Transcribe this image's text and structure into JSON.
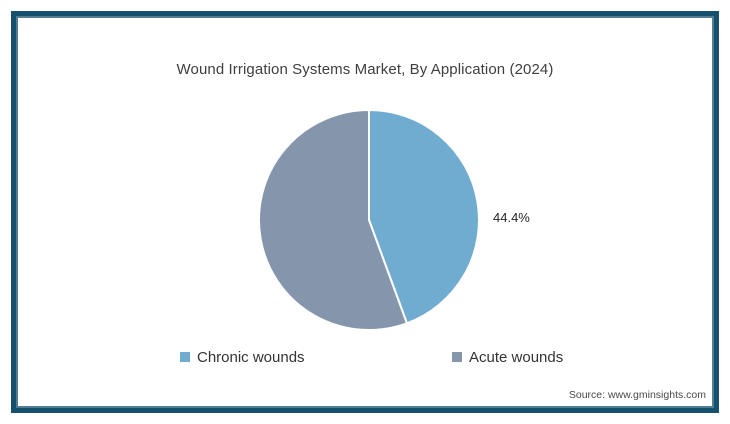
{
  "frame": {
    "border_color": "#15506E",
    "inner_accent_color": "#527E93",
    "background_color": "#FFFFFF"
  },
  "chart_data": {
    "type": "pie",
    "title": "Wound Irrigation Systems Market, By Application (2024)",
    "slices": [
      {
        "label": "Chronic wounds",
        "value": 44.4,
        "color": "#6FACD0",
        "data_label": "44.4%"
      },
      {
        "label": "Acute wounds",
        "value": 55.6,
        "color": "#8495AC",
        "data_label": ""
      }
    ],
    "start_angle_deg": 0,
    "direction": "clockwise",
    "slice_separator_color": "#FFFFFF",
    "legend_position": "bottom",
    "grid": "off"
  },
  "source": {
    "text": "Source: www.gminsights.com"
  }
}
